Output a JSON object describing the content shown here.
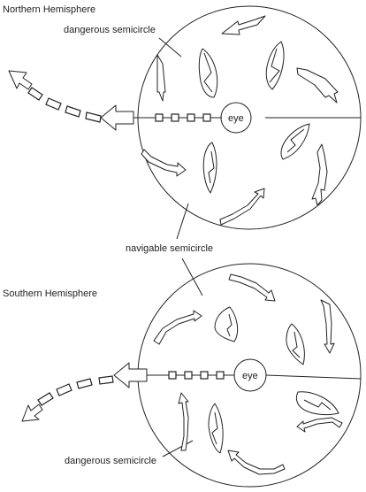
{
  "labels": {
    "north_title": "Northern Hemisphere",
    "north_danger": "dangerous semicircle",
    "navigable": "navigable semicircle",
    "south_title": "Southern Hemisphere",
    "south_danger": "dangerous semicircle",
    "eye": "eye"
  }
}
